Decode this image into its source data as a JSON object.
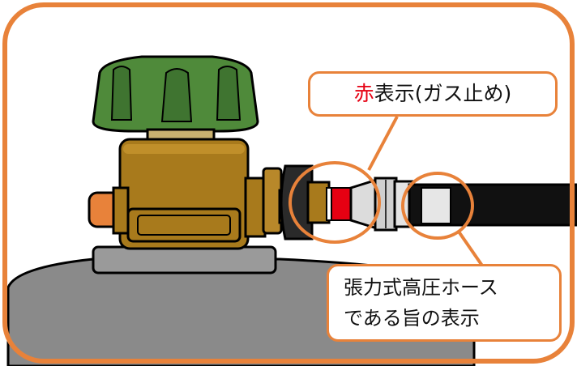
{
  "callouts": {
    "red_indicator": {
      "accent": "赤",
      "label": "表示(ガス止め)"
    },
    "hose_marking": {
      "line1": "張力式高圧ホース",
      "line2": "である旨の表示"
    }
  },
  "colors": {
    "frame": "#e8823a",
    "accent_red": "#e60012",
    "knob_green": "#4f8a3a",
    "valve_brass": "#a87a1c",
    "cylinder_gray": "#8a8a8a",
    "hose_black": "#111111"
  }
}
